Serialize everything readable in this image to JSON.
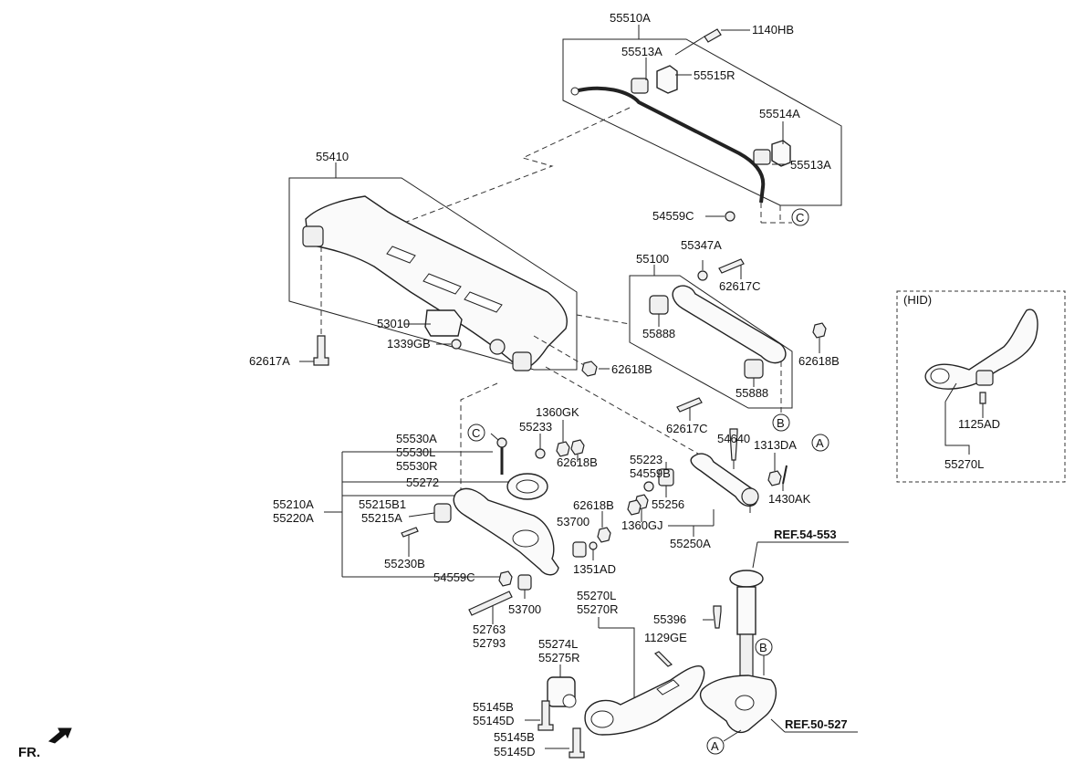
{
  "callouts": {
    "c55510A": "55510A",
    "c1140HB": "1140HB",
    "c55513A_top": "55513A",
    "c55515R": "55515R",
    "c55514A": "55514A",
    "c55513A_right": "55513A",
    "c54559C_top": "54559C",
    "refC_top": "C",
    "c55410": "55410",
    "c53010": "53010",
    "c1339GB": "1339GB",
    "c62617A": "62617A",
    "c62618B_mid": "62618B",
    "c55347A": "55347A",
    "c55100": "55100",
    "c62617C_top": "62617C",
    "c55888_left": "55888",
    "c62618B_right": "62618B",
    "c55888_right": "55888",
    "c62617C_bot": "62617C",
    "refB_mid": "B",
    "c1360GK": "1360GK",
    "c55233": "55233",
    "refC_mid": "C",
    "c55530A": "55530A",
    "c55530L": "55530L",
    "c55530R": "55530R",
    "c62618B_l": "62618B",
    "c55272": "55272",
    "c55210A": "55210A",
    "c55220A": "55220A",
    "c55215B1": "55215B1",
    "c55215A": "55215A",
    "c55230B": "55230B",
    "c54559C_bot": "54559C",
    "c54640": "54640",
    "c1313DA": "1313DA",
    "refA_right": "A",
    "c55223": "55223",
    "c54559B": "54559B",
    "c55256": "55256",
    "c1430AK": "1430AK",
    "c62618B_b": "62618B",
    "c53700_top": "53700",
    "c1360GJ": "1360GJ",
    "c55250A": "55250A",
    "c1351AD": "1351AD",
    "c53700_bot": "53700",
    "c52763": "52763",
    "c52793": "52793",
    "c55270L": "55270L",
    "c55270R": "55270R",
    "c55396": "55396",
    "c1129GE": "1129GE",
    "c55274L": "55274L",
    "c55275R": "55275R",
    "c55145B": "55145B",
    "c55145D": "55145D",
    "c55145B_2": "55145B",
    "c55145D_2": "55145D",
    "refB_bot": "B",
    "refA_bot": "A",
    "ref54553": "REF.54-553",
    "ref50527": "REF.50-527",
    "hid_label": "(HID)",
    "hid_1125AD": "1125AD",
    "hid_55270L": "55270L",
    "fr_label": "FR."
  }
}
